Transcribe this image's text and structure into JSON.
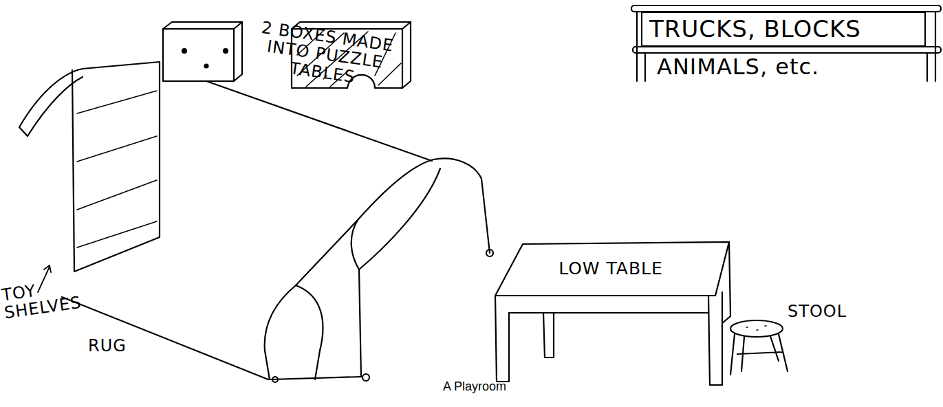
{
  "diagram": {
    "caption": "A Playroom",
    "nodes": [
      {
        "text": [
          "TRUCKS, BLOCKS"
        ]
      },
      {
        "text": [
          "LOW TABLE"
        ]
      }
    ],
    "labels": [
      "2 BOXES MADE INTO PUZZLE TABLES",
      "ANIMALS, etc.",
      "TOY SHELVES",
      "RUG",
      "STOOL"
    ]
  }
}
